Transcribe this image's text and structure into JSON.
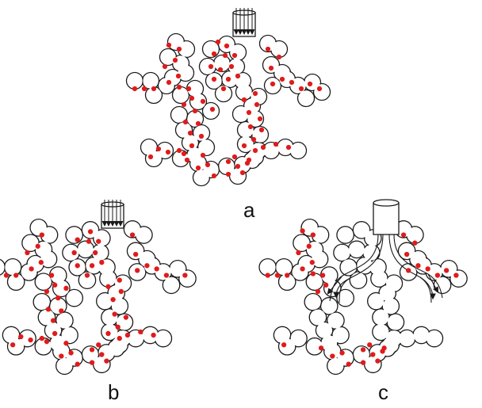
{
  "panels": [
    {
      "id": "a",
      "label": "a"
    },
    {
      "id": "b",
      "label": "b"
    },
    {
      "id": "c",
      "label": "c"
    }
  ],
  "colors": {
    "particle": "#e01b1b",
    "outline": "#1a1a1a",
    "background": "#ffffff"
  },
  "icons": [
    "flow-arrows-icon",
    "particle-dot",
    "airway-tree",
    "tube-cylinder"
  ]
}
